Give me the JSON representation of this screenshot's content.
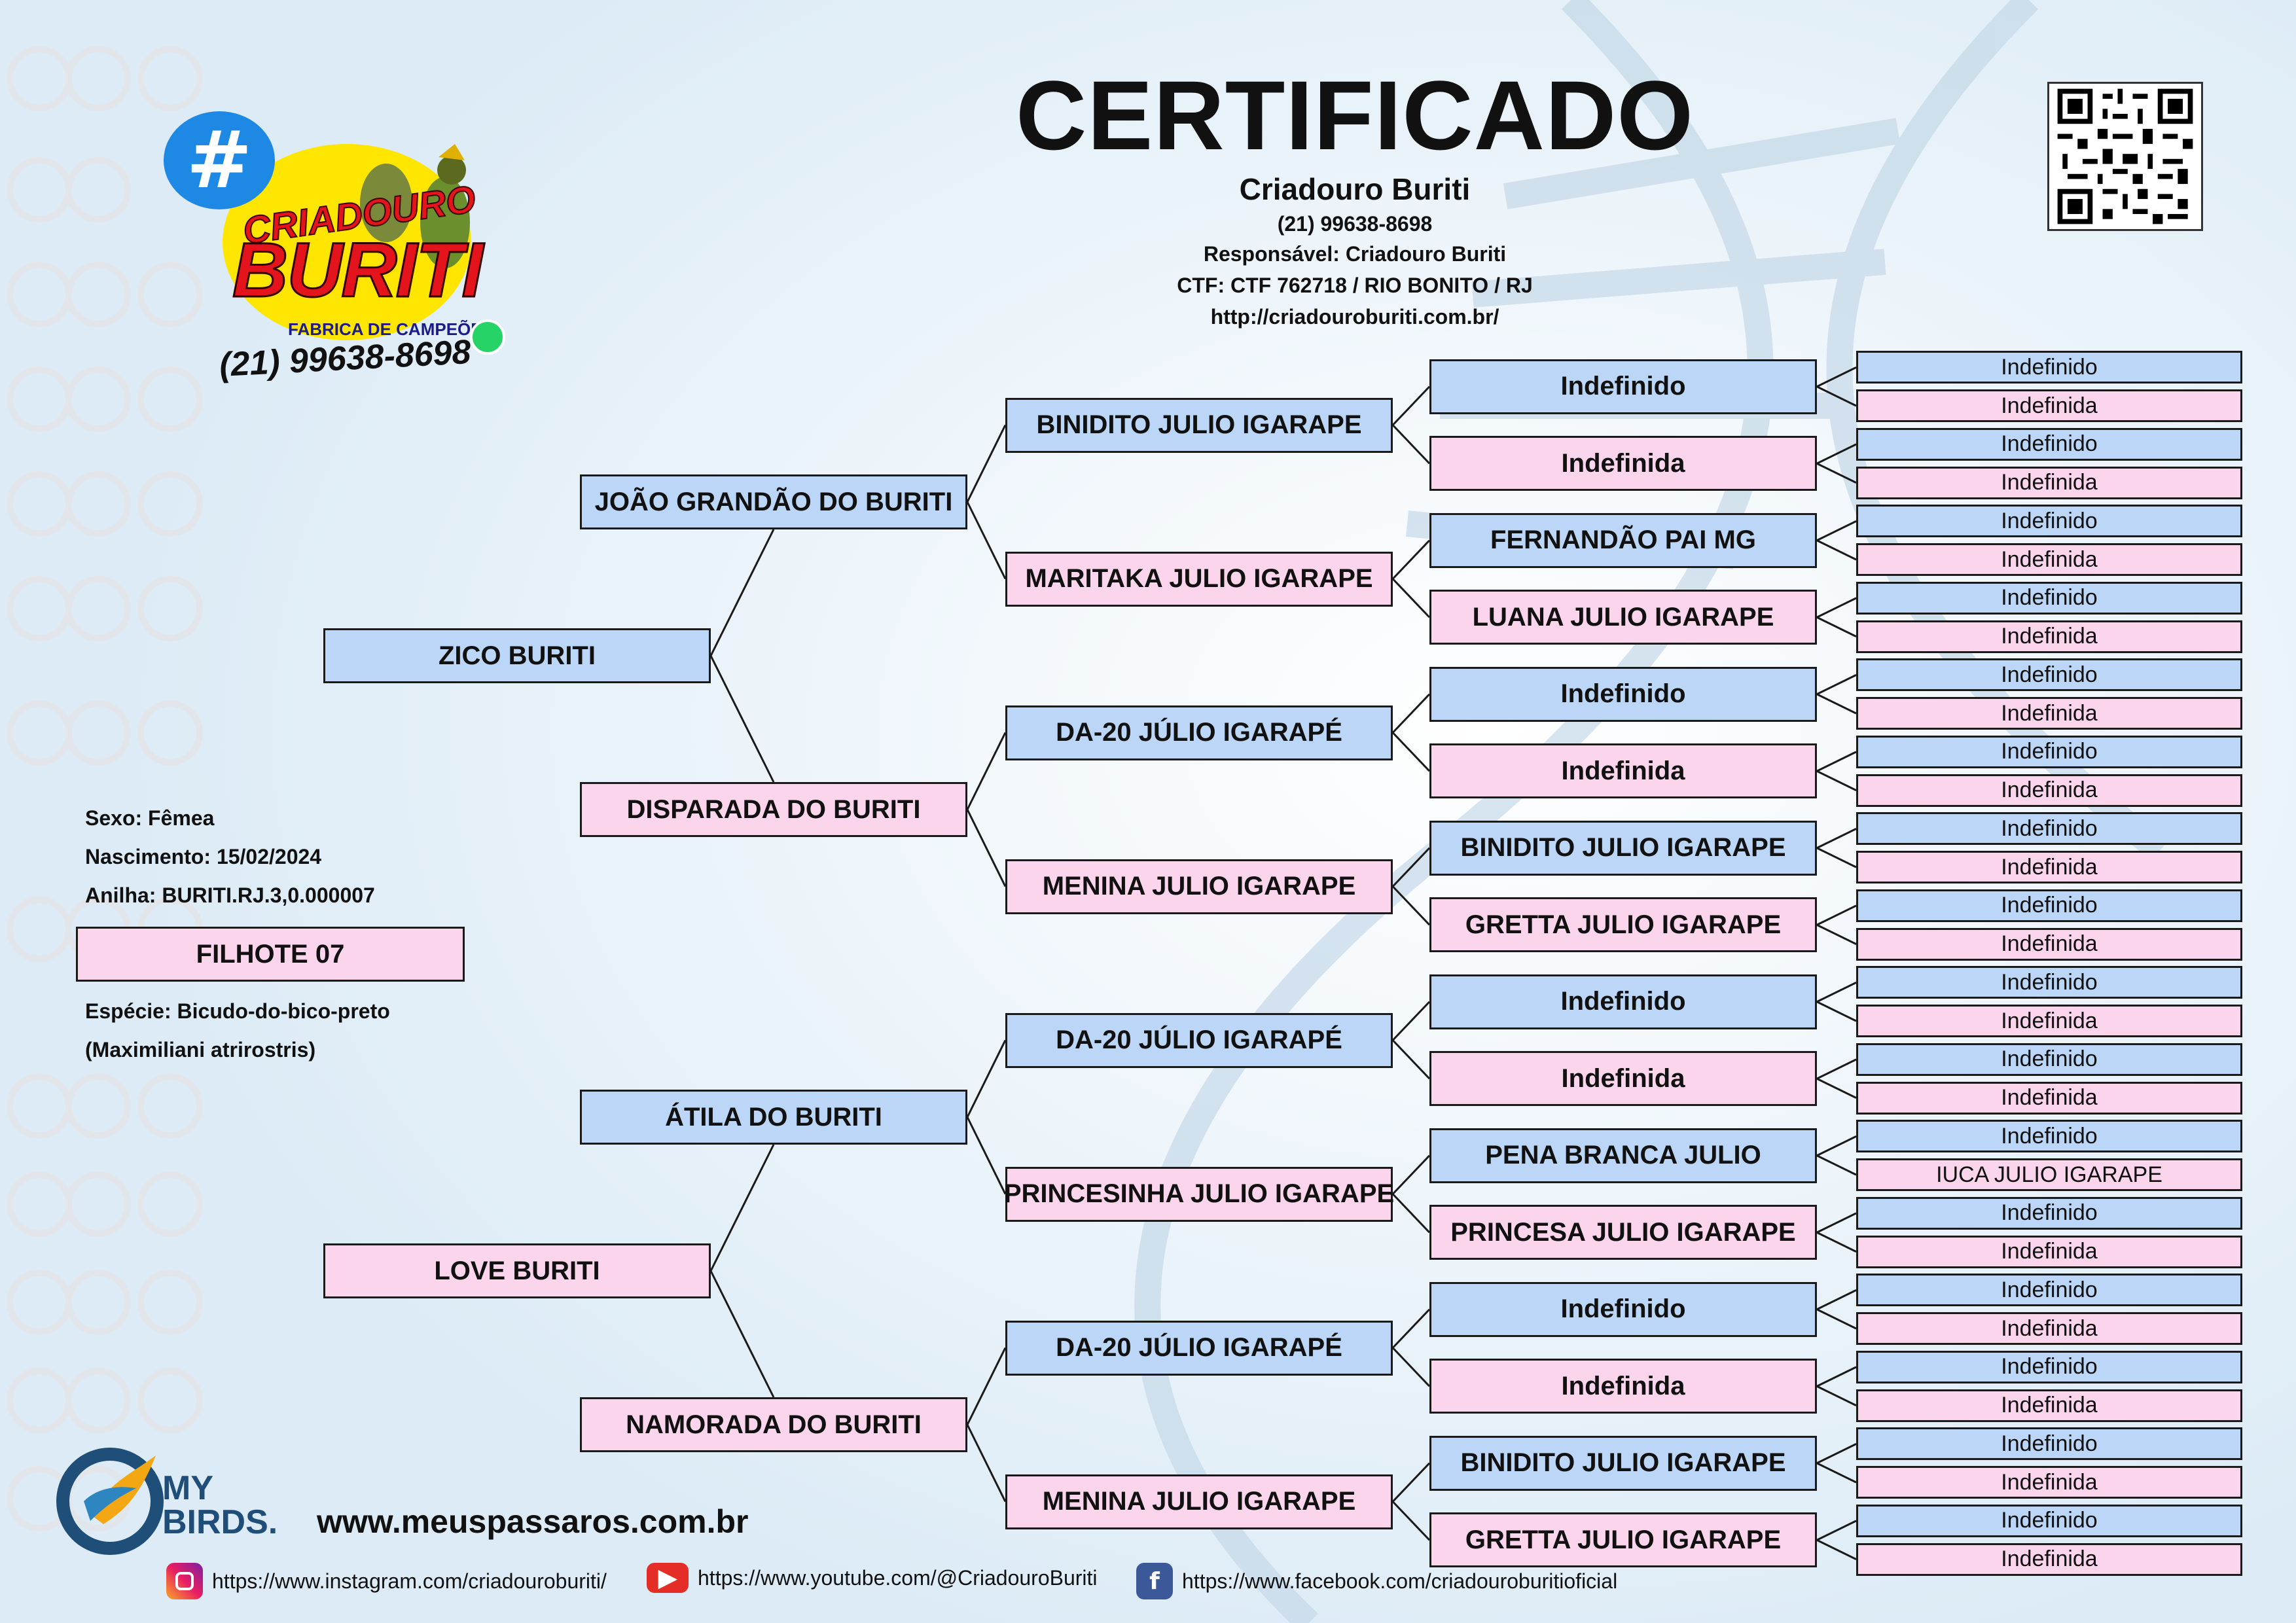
{
  "header": {
    "title": "CERTIFICADO",
    "breeder": "Criadouro Buriti",
    "phone": "(21) 99638-8698",
    "responsible": "Responsável: Criadouro Buriti",
    "ctf": "CTF: CTF 762718 / RIO BONITO / RJ",
    "website": "http://criadouroburiti.com.br/"
  },
  "logo": {
    "hash": "#",
    "line1": "CRIADOURO",
    "line2": "BURITI",
    "line3": "FABRICA DE CAMPEÕES",
    "phone": "(21) 99638-8698"
  },
  "bird": {
    "sex": "Sexo: Fêmea",
    "birth": "Nascimento: 15/02/2024",
    "ring": "Anilha: BURITI.RJ.3,0.000007",
    "name": "FILHOTE 07",
    "species": "Espécie: Bicudo-do-bico-preto",
    "species_latin": "(Maximiliani atrirostris)"
  },
  "pedigree": {
    "parents": [
      {
        "name": "ZICO BURITI",
        "sex": "m"
      },
      {
        "name": "LOVE BURITI",
        "sex": "f"
      }
    ],
    "grandparents": [
      {
        "name": "JOÃO GRANDÃO DO BURITI",
        "sex": "m"
      },
      {
        "name": "DISPARADA DO BURITI",
        "sex": "f"
      },
      {
        "name": "ÁTILA DO BURITI",
        "sex": "m"
      },
      {
        "name": "NAMORADA DO BURITI",
        "sex": "f"
      }
    ],
    "great_grandparents": [
      {
        "name": "BINIDITO JULIO IGARAPE",
        "sex": "m"
      },
      {
        "name": "MARITAKA JULIO IGARAPE",
        "sex": "f"
      },
      {
        "name": "DA-20 JÚLIO IGARAPÉ",
        "sex": "m"
      },
      {
        "name": "MENINA JULIO IGARAPE",
        "sex": "f"
      },
      {
        "name": "DA-20 JÚLIO IGARAPÉ",
        "sex": "m"
      },
      {
        "name": "PRINCESINHA JULIO IGARAPE",
        "sex": "f"
      },
      {
        "name": "DA-20 JÚLIO IGARAPÉ",
        "sex": "m"
      },
      {
        "name": "MENINA JULIO IGARAPE",
        "sex": "f"
      }
    ],
    "gen4": [
      {
        "name": "Indefinido",
        "sex": "m"
      },
      {
        "name": "Indefinida",
        "sex": "f"
      },
      {
        "name": "FERNANDÃO PAI MG",
        "sex": "m"
      },
      {
        "name": "LUANA JULIO IGARAPE",
        "sex": "f"
      },
      {
        "name": "Indefinido",
        "sex": "m"
      },
      {
        "name": "Indefinida",
        "sex": "f"
      },
      {
        "name": "BINIDITO JULIO IGARAPE",
        "sex": "m"
      },
      {
        "name": "GRETTA JULIO IGARAPE",
        "sex": "f"
      },
      {
        "name": "Indefinido",
        "sex": "m"
      },
      {
        "name": "Indefinida",
        "sex": "f"
      },
      {
        "name": "PENA BRANCA JULIO",
        "sex": "m"
      },
      {
        "name": "PRINCESA JULIO IGARAPE",
        "sex": "f"
      },
      {
        "name": "Indefinido",
        "sex": "m"
      },
      {
        "name": "Indefinida",
        "sex": "f"
      },
      {
        "name": "BINIDITO JULIO IGARAPE",
        "sex": "m"
      },
      {
        "name": "GRETTA JULIO IGARAPE",
        "sex": "f"
      }
    ],
    "gen5": [
      {
        "name": "Indefinido",
        "sex": "m"
      },
      {
        "name": "Indefinida",
        "sex": "f"
      },
      {
        "name": "Indefinido",
        "sex": "m"
      },
      {
        "name": "Indefinida",
        "sex": "f"
      },
      {
        "name": "Indefinido",
        "sex": "m"
      },
      {
        "name": "Indefinida",
        "sex": "f"
      },
      {
        "name": "Indefinido",
        "sex": "m"
      },
      {
        "name": "Indefinida",
        "sex": "f"
      },
      {
        "name": "Indefinido",
        "sex": "m"
      },
      {
        "name": "Indefinida",
        "sex": "f"
      },
      {
        "name": "Indefinido",
        "sex": "m"
      },
      {
        "name": "Indefinida",
        "sex": "f"
      },
      {
        "name": "Indefinido",
        "sex": "m"
      },
      {
        "name": "Indefinida",
        "sex": "f"
      },
      {
        "name": "Indefinido",
        "sex": "m"
      },
      {
        "name": "Indefinida",
        "sex": "f"
      },
      {
        "name": "Indefinido",
        "sex": "m"
      },
      {
        "name": "Indefinida",
        "sex": "f"
      },
      {
        "name": "Indefinido",
        "sex": "m"
      },
      {
        "name": "Indefinida",
        "sex": "f"
      },
      {
        "name": "Indefinido",
        "sex": "m"
      },
      {
        "name": "IUCA JULIO IGARAPE",
        "sex": "f"
      },
      {
        "name": "Indefinido",
        "sex": "m"
      },
      {
        "name": "Indefinida",
        "sex": "f"
      },
      {
        "name": "Indefinido",
        "sex": "m"
      },
      {
        "name": "Indefinida",
        "sex": "f"
      },
      {
        "name": "Indefinido",
        "sex": "m"
      },
      {
        "name": "Indefinida",
        "sex": "f"
      },
      {
        "name": "Indefinido",
        "sex": "m"
      },
      {
        "name": "Indefinida",
        "sex": "f"
      },
      {
        "name": "Indefinido",
        "sex": "m"
      },
      {
        "name": "Indefinida",
        "sex": "f"
      }
    ]
  },
  "footer": {
    "brand_line1": "MY",
    "brand_line2": "BIRDS.",
    "site": "www.meuspassaros.com.br",
    "instagram": "https://www.instagram.com/criadouroburiti/",
    "youtube": "https://www.youtube.com/@CriadouroBuriti",
    "facebook": "https://www.facebook.com/criadouroburitioficial"
  },
  "colors": {
    "male_box": "#bcd6f7",
    "female_box": "#fbd5ec",
    "logo_red": "#e3141b",
    "logo_yellow": "#ffe600",
    "hashtag_blue": "#1e88e5"
  },
  "icons": [
    "hashtag-icon",
    "whatsapp-icon",
    "qr-code",
    "instagram-icon",
    "youtube-icon",
    "facebook-icon",
    "mybirds-logo-icon"
  ]
}
